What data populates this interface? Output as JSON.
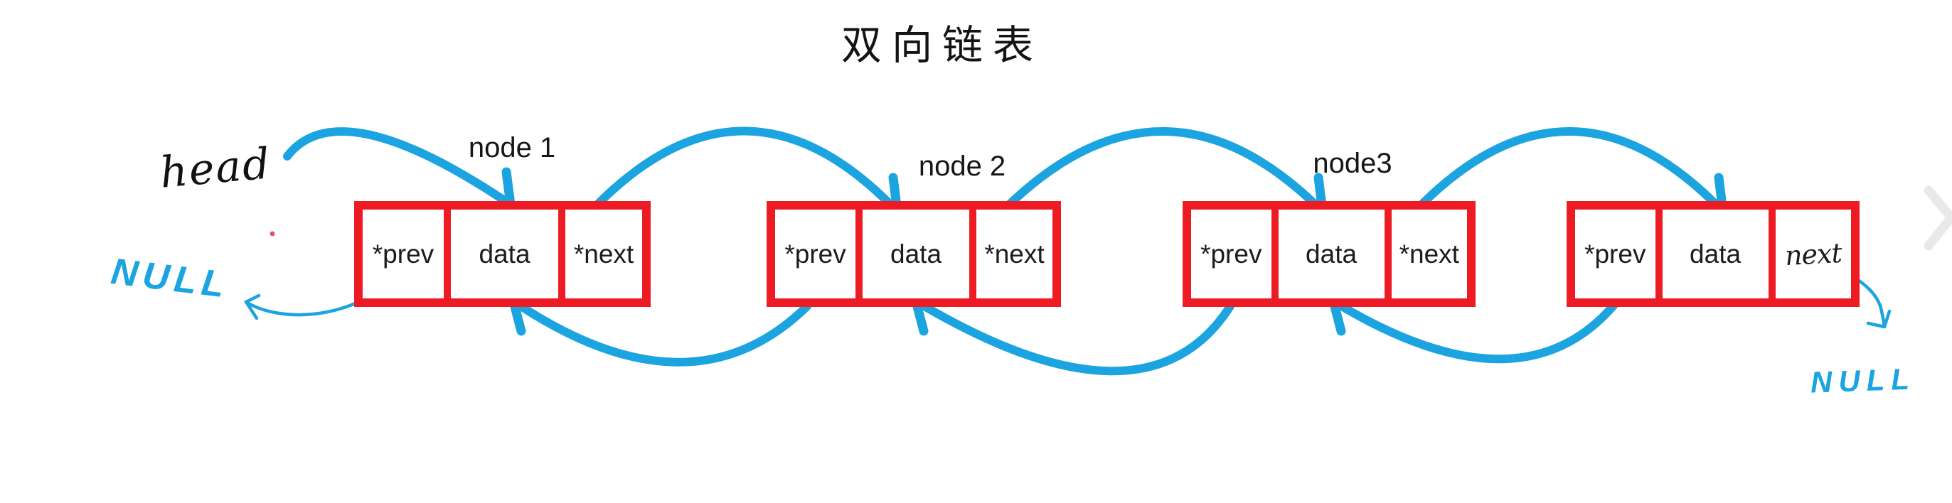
{
  "title": "双向链表",
  "nodes": [
    {
      "label": "node 1",
      "prev": "*prev",
      "data": "data",
      "next": "*next"
    },
    {
      "label": "node 2",
      "prev": "*prev",
      "data": "data",
      "next": "*next"
    },
    {
      "label": "node3",
      "prev": "*prev",
      "data": "data",
      "next": "*next"
    },
    {
      "label": "",
      "prev": "*prev",
      "data": "data",
      "next": "next"
    }
  ],
  "handwritten": {
    "head_pointer": "head",
    "null_left": "NULL",
    "null_right": "NULL"
  },
  "icons": {
    "next_nav_chevron": "chevron-right"
  },
  "colors": {
    "node_border_red": "#ed1c24",
    "arrow_blue": "#1ba4e0",
    "label_ink": "#1c1c1c",
    "nav_chevron_gray": "#e9e9e9"
  }
}
